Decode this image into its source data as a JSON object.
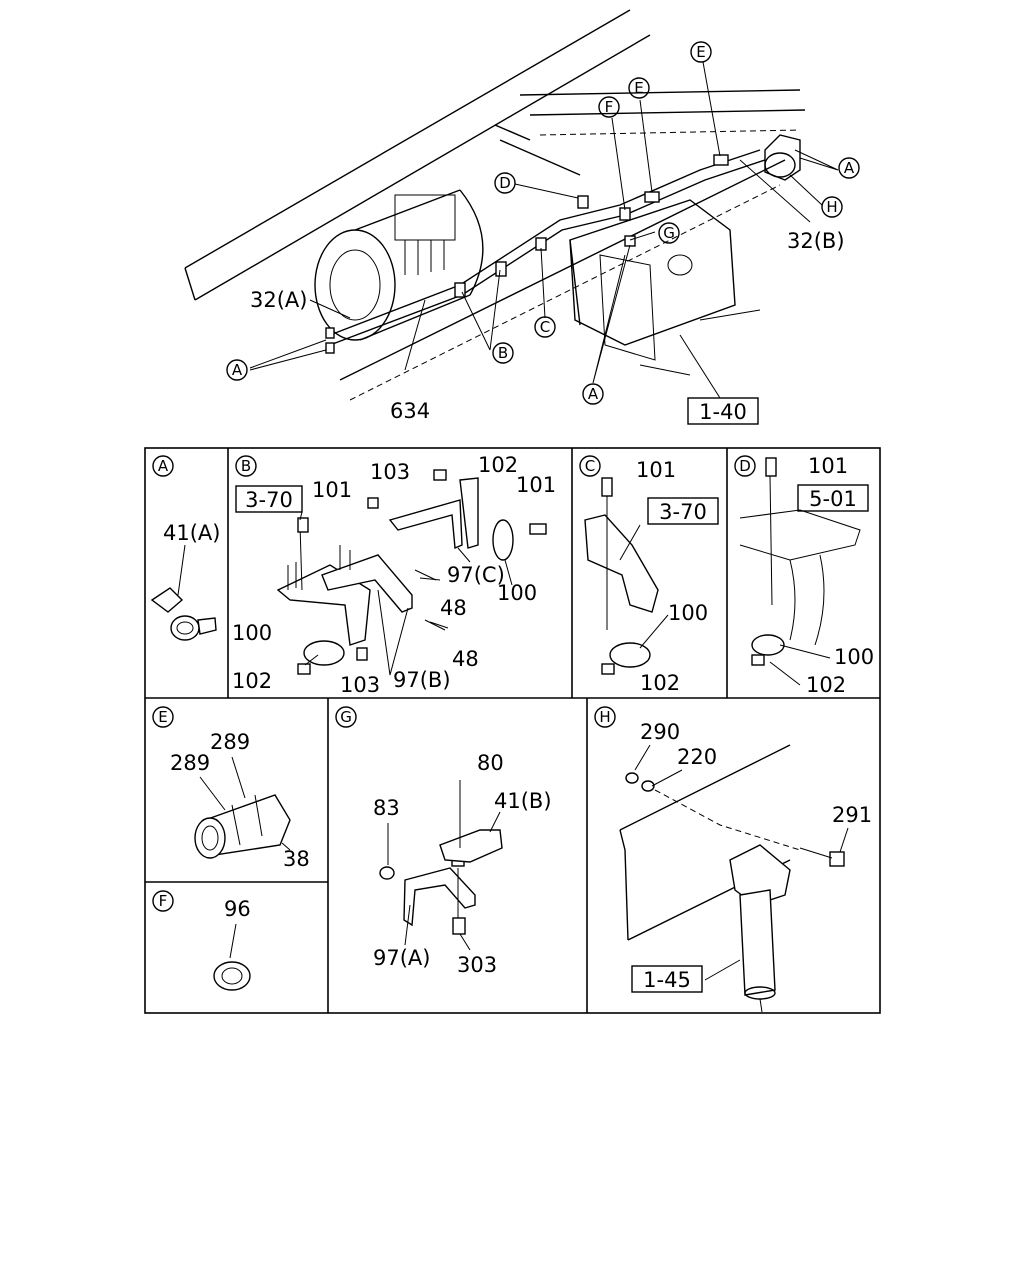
{
  "overview": {
    "callouts": {
      "a": "A",
      "b": "B",
      "c": "C",
      "d": "D",
      "e": "E",
      "f": "F",
      "g": "G",
      "h": "H"
    },
    "part_32a": "32(A)",
    "part_32b": "32(B)",
    "part_634": "634",
    "ref_1_40": "1-40"
  },
  "panel_a": {
    "letter": "A",
    "part_41a": "41(A)"
  },
  "panel_b": {
    "letter": "B",
    "ref_3_70": "3-70",
    "p101_left": "101",
    "p103_top": "103",
    "p102_top": "102",
    "p101_right": "101",
    "p97c": "97(C)",
    "p100_right": "100",
    "p48_upper": "48",
    "p48_lower": "48",
    "p100_left": "100",
    "p102_bottom": "102",
    "p103_bottom": "103",
    "p97b": "97(B)"
  },
  "panel_c": {
    "letter": "C",
    "p101": "101",
    "ref_3_70": "3-70",
    "p100": "100",
    "p102": "102"
  },
  "panel_d": {
    "letter": "D",
    "p101": "101",
    "ref_5_01": "5-01",
    "p100": "100",
    "p102": "102"
  },
  "panel_e": {
    "letter": "E",
    "p289_top": "289",
    "p289_left": "289",
    "p38": "38"
  },
  "panel_f": {
    "letter": "F",
    "p96": "96"
  },
  "panel_g": {
    "letter": "G",
    "p80": "80",
    "p41b": "41(B)",
    "p83": "83",
    "p97a": "97(A)",
    "p303": "303"
  },
  "panel_h": {
    "letter": "H",
    "p290": "290",
    "p220": "220",
    "p291": "291",
    "ref_1_45": "1-45"
  }
}
